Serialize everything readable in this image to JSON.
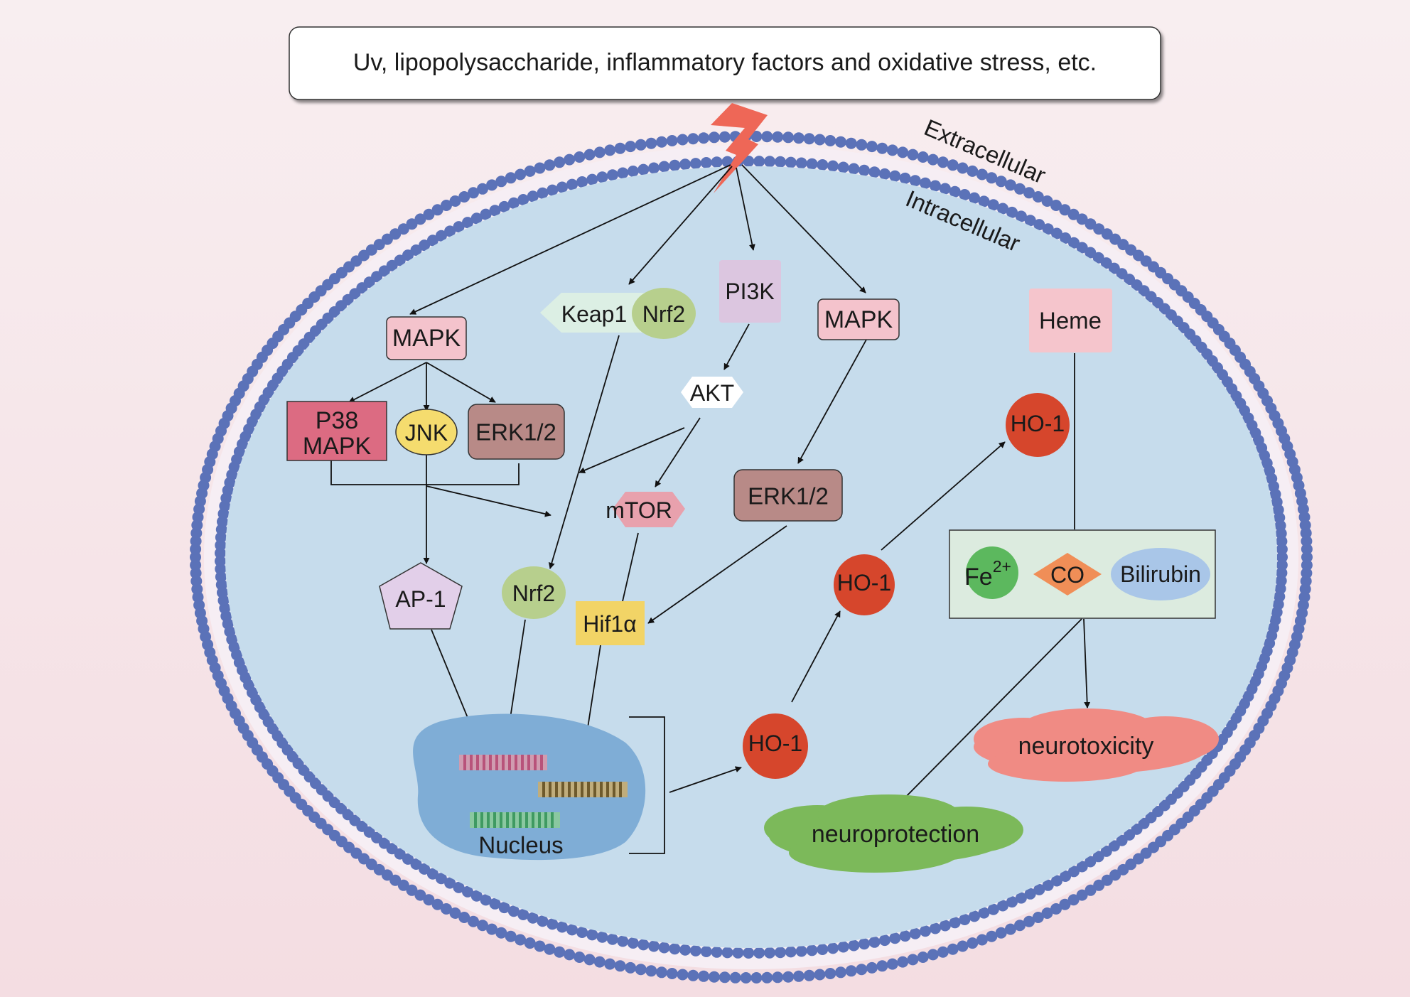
{
  "stimulus": "Uv, lipopolysaccharide, inflammatory factors and oxidative stress, etc.",
  "regions": {
    "extracellular": "Extracellular",
    "intracellular": "Intracellular"
  },
  "nodes": {
    "mapk_left": "MAPK",
    "p38_line1": "P38",
    "p38_line2": "MAPK",
    "jnk": "JNK",
    "erk_left": "ERK1/2",
    "keap1": "Keap1",
    "nrf2_complex": "Nrf2",
    "pi3k": "PI3K",
    "akt": "AKT",
    "mtor": "mTOR",
    "mapk_right": "MAPK",
    "erk_right": "ERK1/2",
    "ap1": "AP-1",
    "nrf2": "Nrf2",
    "hif1a": "Hif1α",
    "nucleus": "Nucleus",
    "ho1_a": "HO-1",
    "ho1_b": "HO-1",
    "ho1_c": "HO-1",
    "heme": "Heme",
    "fe_base": "Fe",
    "fe_sup": "2+",
    "co": "CO",
    "bilirubin": "Bilirubin",
    "neurotoxicity": "neurotoxicity",
    "neuroprotection": "neuroprotection"
  },
  "colors": {
    "cell": "#c6dcec",
    "membrane_head": "#5b72b8",
    "nucleus": "#7fadd6",
    "mapk": "#f4c3cc",
    "p38": "#dc6b82",
    "jnk": "#f5dc6e",
    "erk": "#b88a87",
    "keap1": "#dcefe4",
    "nrf2": "#b7cf8d",
    "pi3k": "#dcc6e0",
    "mtor": "#e8a1ad",
    "ap1": "#e2cfe9",
    "hif1a": "#f2d466",
    "ho1": "#d6462c",
    "heme": "#f5c5cc",
    "products_box": "#dcebdf",
    "fe": "#5cb85e",
    "co": "#f08e57",
    "bilirubin": "#a9c6e8",
    "neurotoxicity": "#f08b84",
    "neuroprotection": "#7cb95a",
    "bolt": "#ee6757"
  }
}
